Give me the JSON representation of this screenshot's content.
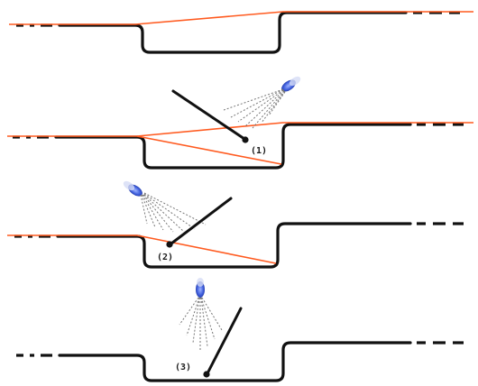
{
  "steps": [
    {
      "label": ""
    },
    {
      "label": "(1)"
    },
    {
      "label": "(2)"
    },
    {
      "label": "(3)"
    }
  ],
  "icons": {
    "nozzle": "spray-nozzle-icon",
    "electrode": "welding-rod-icon"
  },
  "colors": {
    "profile": "#111111",
    "weld_layer": "#ff5a1f",
    "nozzle": "#3b5bdb",
    "spray": "#777777"
  }
}
